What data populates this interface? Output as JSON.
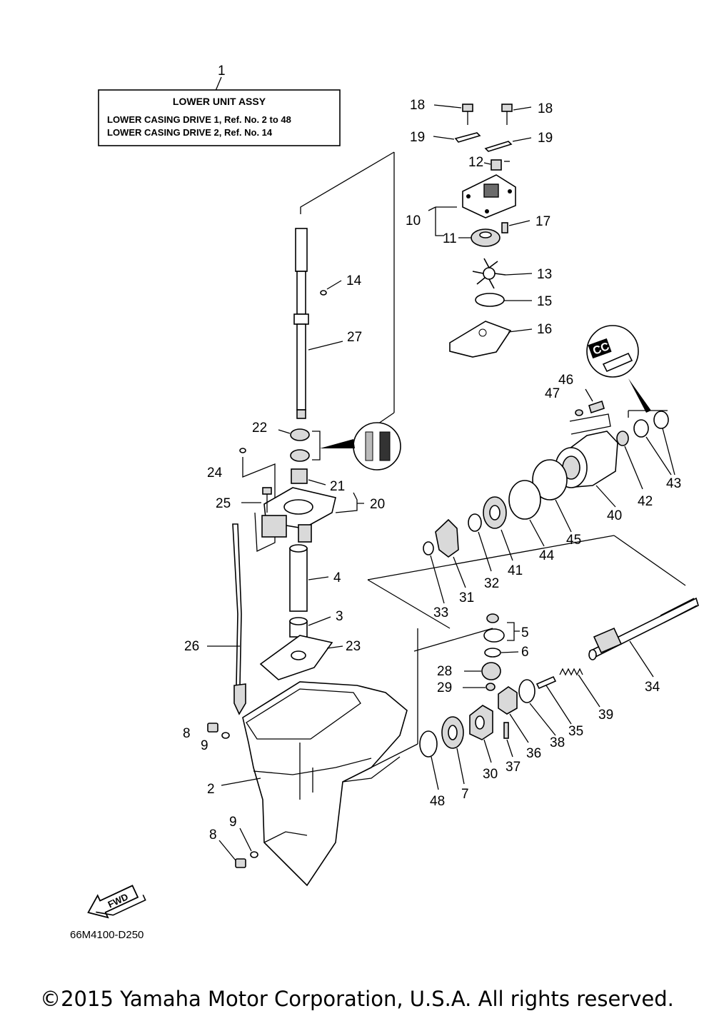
{
  "title_box": {
    "ref_number": "1",
    "heading": "LOWER UNIT ASSY",
    "line1": "LOWER CASING DRIVE 1, Ref. No. 2 to 48",
    "line2": "LOWER CASING DRIVE 2, Ref. No. 14"
  },
  "callouts": {
    "c18a": "18",
    "c18b": "18",
    "c19a": "19",
    "c19b": "19",
    "c12": "12",
    "c10": "10",
    "c11": "11",
    "c17": "17",
    "c13": "13",
    "c15": "15",
    "c16": "16",
    "c14": "14",
    "c27": "27",
    "c22": "22",
    "c24": "24",
    "c21": "21",
    "c20": "20",
    "c25": "25",
    "c4": "4",
    "c3": "3",
    "c26": "26",
    "c23": "23",
    "c46": "46",
    "c47": "47",
    "c43": "43",
    "c42": "42",
    "c40": "40",
    "c45": "45",
    "c44": "44",
    "c41": "41",
    "c32": "32",
    "c31": "31",
    "c33": "33",
    "c5": "5",
    "c6": "6",
    "c28": "28",
    "c29": "29",
    "c34": "34",
    "c39": "39",
    "c35": "35",
    "c38": "38",
    "c36": "36",
    "c37": "37",
    "c30": "30",
    "c7": "7",
    "c48": "48",
    "c2": "2",
    "c8a": "8",
    "c9a": "9",
    "c8b": "8",
    "c9b": "9"
  },
  "fwd_label": "FWD",
  "badge_label": "CC",
  "diagram_code": "66M4100-D250",
  "copyright": "©2015 Yamaha Motor Corporation, U.S.A. All rights reserved."
}
